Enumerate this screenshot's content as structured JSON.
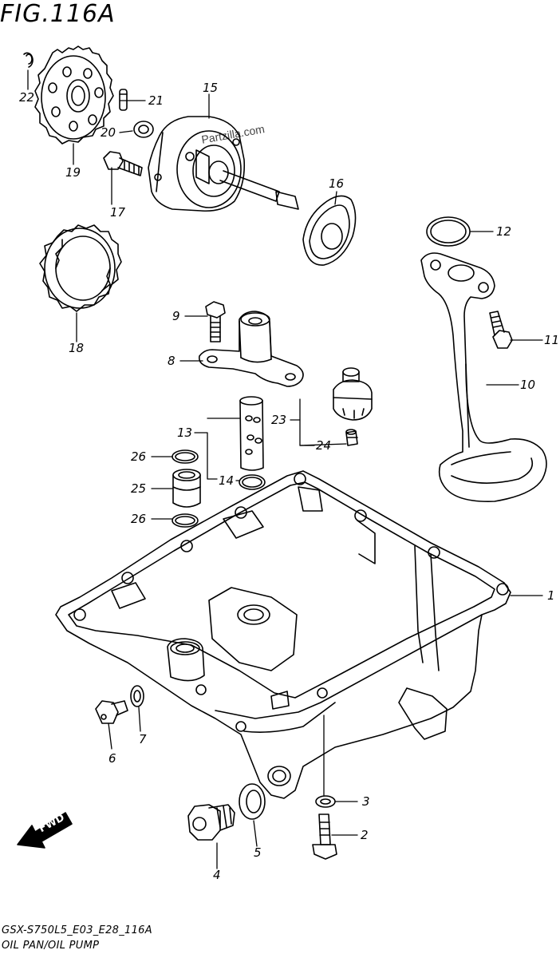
{
  "figure": {
    "title": "FIG.116A",
    "watermark": "Partzilla.com",
    "model_code": "GSX-S750L5_E03_E28_116A",
    "caption": "OIL PAN/OIL PUMP",
    "fwd_label": "FWD"
  },
  "callouts": [
    {
      "id": "1",
      "label": "1"
    },
    {
      "id": "2",
      "label": "2"
    },
    {
      "id": "3",
      "label": "3"
    },
    {
      "id": "4",
      "label": "4"
    },
    {
      "id": "5",
      "label": "5"
    },
    {
      "id": "6",
      "label": "6"
    },
    {
      "id": "7",
      "label": "7"
    },
    {
      "id": "8",
      "label": "8"
    },
    {
      "id": "9",
      "label": "9"
    },
    {
      "id": "10",
      "label": "10"
    },
    {
      "id": "11",
      "label": "11"
    },
    {
      "id": "12",
      "label": "12"
    },
    {
      "id": "13",
      "label": "13"
    },
    {
      "id": "14",
      "label": "14"
    },
    {
      "id": "15",
      "label": "15"
    },
    {
      "id": "16",
      "label": "16"
    },
    {
      "id": "17",
      "label": "17"
    },
    {
      "id": "18",
      "label": "18"
    },
    {
      "id": "19",
      "label": "19"
    },
    {
      "id": "20",
      "label": "20"
    },
    {
      "id": "21",
      "label": "21"
    },
    {
      "id": "22",
      "label": "22"
    },
    {
      "id": "23",
      "label": "23"
    },
    {
      "id": "24",
      "label": "24"
    },
    {
      "id": "25",
      "label": "25"
    },
    {
      "id": "26",
      "label": "26"
    },
    {
      "id": "26b",
      "label": "26"
    }
  ],
  "colors": {
    "line": "#000000",
    "background": "#ffffff"
  }
}
